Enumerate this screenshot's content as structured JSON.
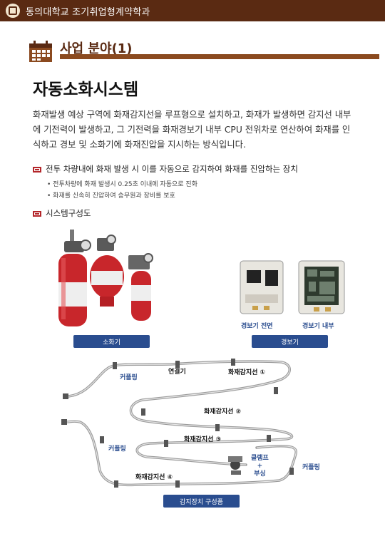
{
  "header": {
    "title": "동의대학교 조기취업형계약학과"
  },
  "section": {
    "title": "사업 분야(1)"
  },
  "main": {
    "title": "자동소화시스템",
    "description": "화재발생 예상 구역에 화재감지선을 루프형으로 설치하고, 화재가 발생하면 감지선 내부에 기전력이 발생하고, 그 기전력을 화재경보기 내부 CPU 전위차로 연산하여 화재를 인식하고 경보 및 소화기에 화재진압을 지시하는 방식입니다."
  },
  "feature": {
    "heading": "전투 차량내에 화재 발생 시 이를 자동으로 감지하여 화재를 진압하는 장치",
    "bullets": [
      "전투차량에 화재 발생시 0.25초 이내에 자동으로 진화",
      "화재를 신속히 진압하여 승무원과 장비를 보호"
    ]
  },
  "system": {
    "heading": "시스템구성도",
    "extinguisher_label": "소화기",
    "alarm_label": "경보기",
    "alarm_front": "경보기 전면",
    "alarm_inside": "경보기 내부",
    "sensor_caption": "감지장치 구성품",
    "diagram": {
      "coupling": "커플링",
      "connector": "연결기",
      "line1": "화재감지선 ①",
      "line2": "화재감지선 ②",
      "line3": "화재감지선 ③",
      "line4": "화재감지선 ④",
      "clamp_a": "클램프",
      "clamp_plus": "+",
      "clamp_b": "부싱"
    }
  },
  "colors": {
    "header_bg": "#5a2a12",
    "accent": "#8b4a1f",
    "blue": "#2a4d8f",
    "red": "#b4262a"
  }
}
